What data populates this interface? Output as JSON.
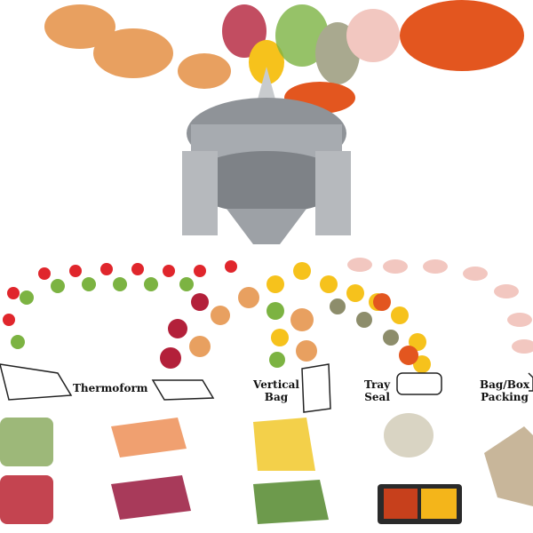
{
  "labels": {
    "thermoform": "Thermoform",
    "vertical_bag_line1": "Vertical",
    "vertical_bag_line2": "Bag",
    "tray_seal_line1": "Tray",
    "tray_seal_line2": "Seal",
    "bag_box_line1": "Bag/Box",
    "bag_box_line2": "Packing"
  },
  "colors": {
    "chicken": "#e8a060",
    "meat": "#b3203a",
    "strawberry": "#e0262c",
    "lettuce": "#7cb342",
    "vegetables": "#f6c21c",
    "wings": "#e3561f",
    "seafood": "#f2c7c0",
    "machine": "#9a9ea3"
  }
}
